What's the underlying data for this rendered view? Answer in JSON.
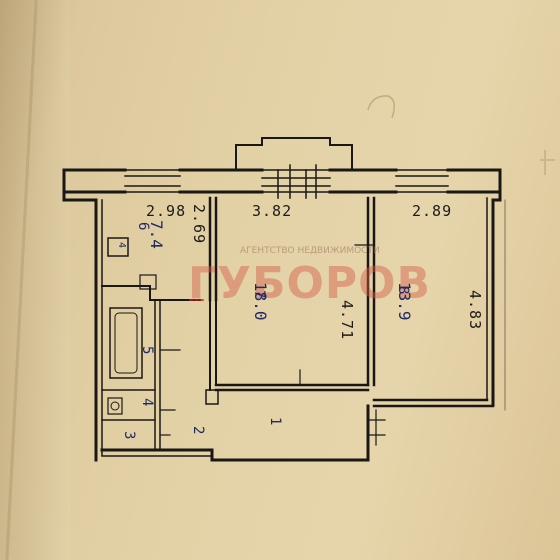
{
  "dimensions": {
    "bath_width": "2.98",
    "bath_height": "2.69",
    "room7_width": "3.82",
    "room7_depth": "4.71",
    "room8_width": "2.89",
    "room8_depth": "4.83"
  },
  "rooms": [
    {
      "number": "6",
      "area": "7.4"
    },
    {
      "number": "7",
      "area": "18.0"
    },
    {
      "number": "8",
      "area": "13.9"
    },
    {
      "number": "5"
    },
    {
      "number": "4"
    },
    {
      "number": "3"
    },
    {
      "number": "2"
    },
    {
      "number": "1"
    }
  ],
  "fixtures": {
    "stove_label": "4"
  },
  "watermark": {
    "text": "ГУБОРОВ",
    "subtext": "АГЕНТСТВО НЕДВИЖИМОСТИ"
  }
}
